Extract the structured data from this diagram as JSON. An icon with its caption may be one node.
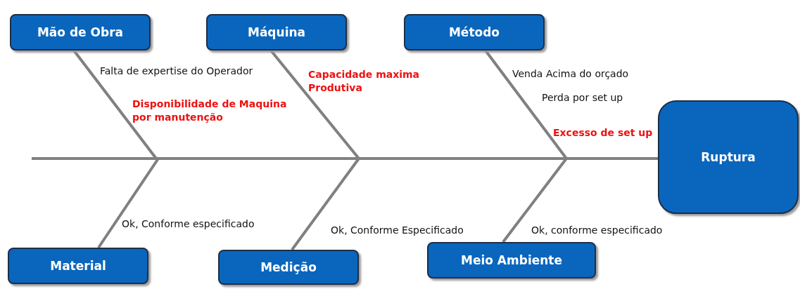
{
  "diagram": {
    "nodes": [
      {
        "text": [
          "Mão de Obra"
        ]
      },
      {
        "text": [
          "Máquina"
        ]
      },
      {
        "text": [
          "Método"
        ]
      },
      {
        "text": [
          "Ruptura"
        ]
      },
      {
        "text": [
          "Material"
        ]
      },
      {
        "text": [
          "Medição"
        ]
      },
      {
        "text": [
          "Meio Ambiente"
        ]
      }
    ],
    "edges": [
      {
        "from": 0,
        "to": null,
        "arrow": "none"
      },
      {
        "from": 1,
        "to": null,
        "arrow": "none"
      },
      {
        "from": 2,
        "to": null,
        "arrow": "none"
      },
      {
        "from": 4,
        "to": null,
        "arrow": "none"
      },
      {
        "from": 5,
        "to": null,
        "arrow": "none"
      },
      {
        "from": 6,
        "to": null,
        "arrow": "none"
      },
      {
        "from": null,
        "to": 3,
        "arrow": "none"
      }
    ],
    "labels": [
      "Falta de expertise do Operador",
      "Venda Acima do orçado",
      "Capacidade maxima Produtiva",
      "Perda por set up",
      "Disponibilidade de Maquina por manutenção",
      "Excesso de set up",
      "Ok, Conforme especificado",
      "Ok, Conforme Especificado",
      "Ok, conforme especificado"
    ]
  }
}
